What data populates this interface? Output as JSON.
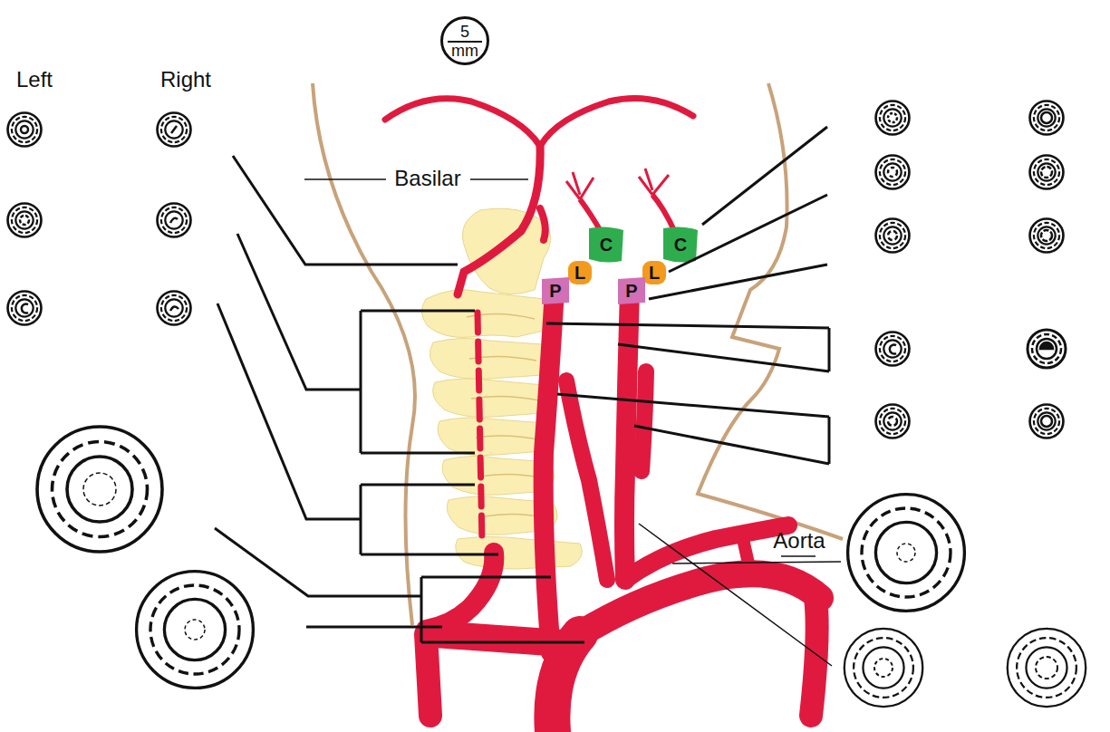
{
  "diagram": {
    "nodes": [
      {
        "text": [
          "5",
          "mm"
        ]
      },
      {
        "text": [
          "C"
        ]
      },
      {
        "text": [
          "C"
        ]
      },
      {
        "text": [
          "L"
        ]
      },
      {
        "text": [
          "L"
        ]
      },
      {
        "text": [
          "P"
        ]
      },
      {
        "text": [
          "P"
        ]
      }
    ],
    "labels": [
      "Left",
      "Right",
      "Basilar",
      "Aorta"
    ]
  }
}
